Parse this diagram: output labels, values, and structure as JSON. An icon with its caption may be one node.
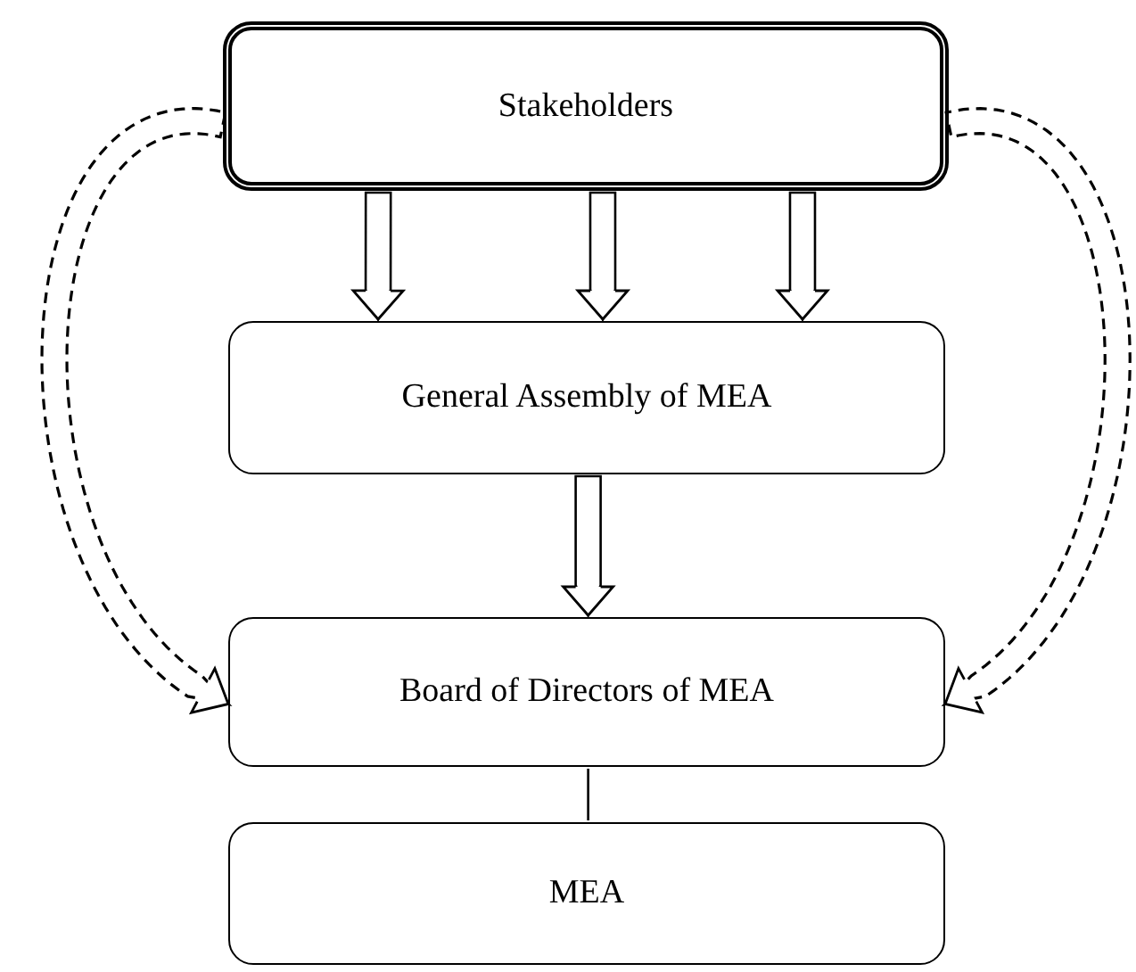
{
  "diagram": {
    "nodes": [
      {
        "text": [
          "Stakeholders"
        ]
      },
      {
        "text": [
          "General Assembly of MEA"
        ]
      },
      {
        "text": [
          "Board of Directors of MEA"
        ]
      },
      {
        "text": [
          "MEA"
        ]
      }
    ],
    "edges": [
      {
        "from": 0,
        "to": 1,
        "arrow": "to"
      },
      {
        "from": 0,
        "to": 1,
        "arrow": "to"
      },
      {
        "from": 0,
        "to": 1,
        "arrow": "to"
      },
      {
        "from": 1,
        "to": 2,
        "arrow": "to"
      },
      {
        "from": 0,
        "to": 2,
        "arrow": "to",
        "style": "dashed"
      },
      {
        "from": 0,
        "to": 2,
        "arrow": "to",
        "style": "dashed"
      },
      {
        "from": 2,
        "to": 3,
        "arrow": "none"
      }
    ]
  }
}
